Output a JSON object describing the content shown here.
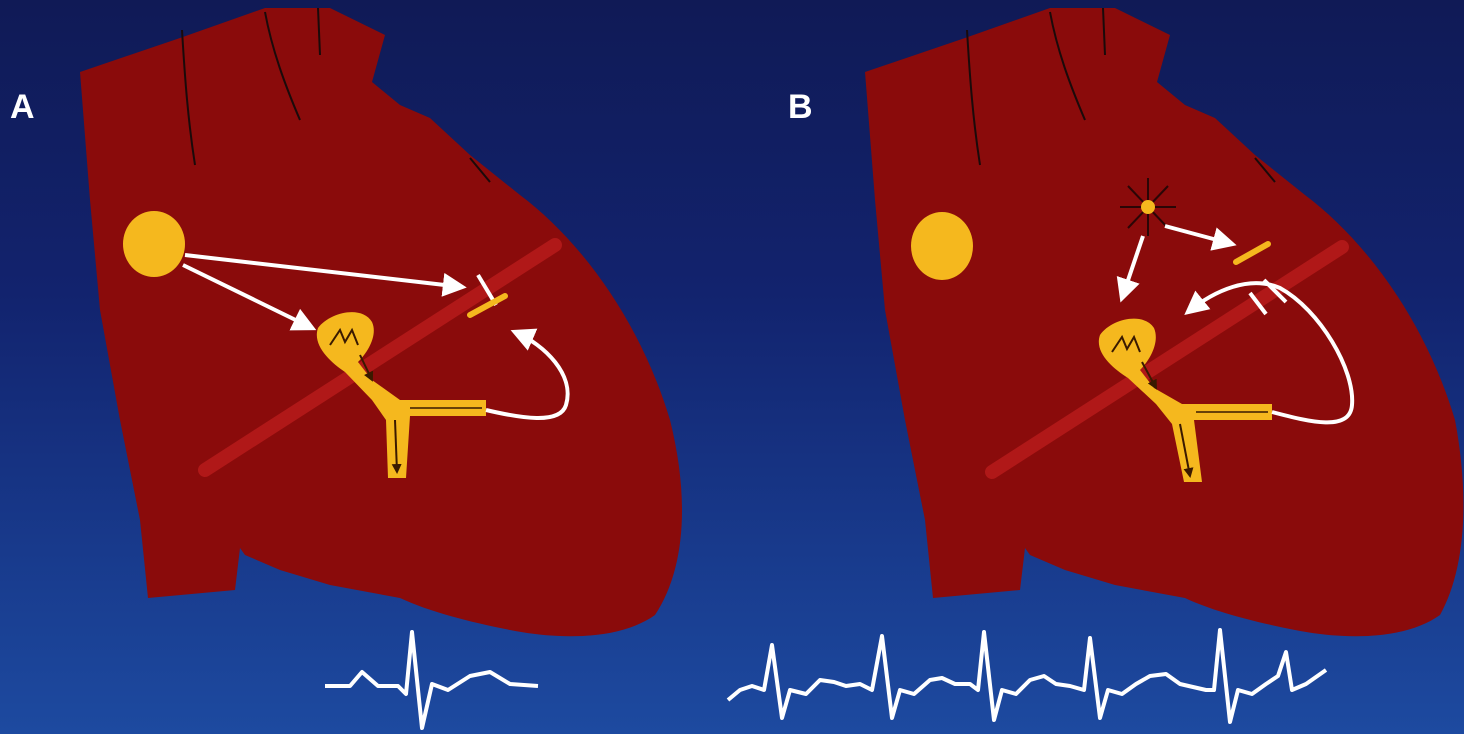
{
  "panels": [
    {
      "id": "A",
      "label": "A"
    },
    {
      "id": "B",
      "label": "B"
    }
  ],
  "colors": {
    "background_top": "#101a56",
    "background_bottom": "#1d4aa0",
    "heart": "#8a0b0b",
    "band": "#b01818",
    "node": "#f5b81e",
    "conduction_path": "#ffffff",
    "ecg_trace": "#ffffff",
    "vessel_lines": "#1a0a0a"
  },
  "icons": {
    "sinus_node": "sinus-node-circle",
    "av_node": "av-node-funnel",
    "ectopic_focus": "ectopic-focus-star",
    "accessory_pathway": "accessory-pathway-bar"
  }
}
